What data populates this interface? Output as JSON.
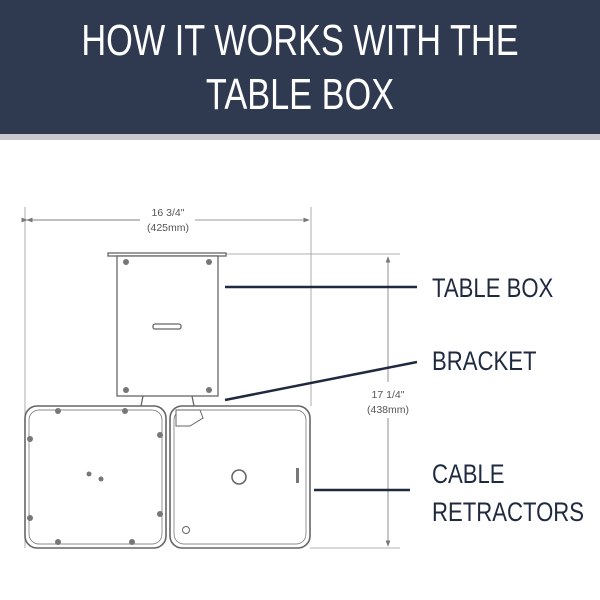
{
  "header": {
    "title_line1": "HOW IT WORKS WITH THE",
    "title_line2": "TABLE BOX",
    "background": "#2f3a50"
  },
  "dimensions": {
    "width_in": "16 3/4\"",
    "width_mm": "(425mm)",
    "height_in": "17 1/4\"",
    "height_mm": "(438mm)"
  },
  "labels": {
    "table_box": "TABLE BOX",
    "bracket": "BRACKET",
    "cable_line1": "CABLE",
    "cable_line2": "RETRACTORS"
  },
  "colors": {
    "label_text": "#1f2a40",
    "leader": "#1f2a40",
    "drawing": "#666666"
  }
}
